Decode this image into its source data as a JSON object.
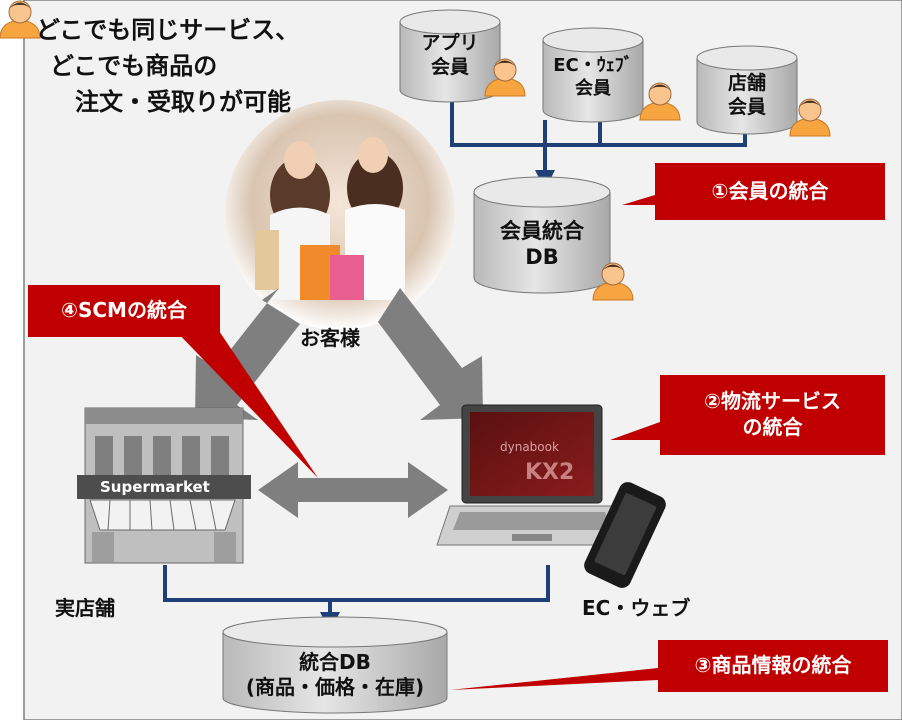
{
  "tagline": {
    "line1": "どこでも同じサービス、",
    "line2": "どこでも商品の",
    "line3": "注文・受取りが可能"
  },
  "member_dbs": {
    "app": {
      "line1": "アプリ",
      "line2": "会員"
    },
    "ec": {
      "line1": "EC・ｳｪﾌﾞ",
      "line2": "会員"
    },
    "store": {
      "line1": "店舗",
      "line2": "会員"
    }
  },
  "integrated_member_db": {
    "line1": "会員統合",
    "line2": "DB"
  },
  "integrated_db": {
    "line1": "統合DB",
    "line2": "(商品・価格・在庫)"
  },
  "labels": {
    "customer": "お客様",
    "physical_store": "実店舗",
    "ec_web": "EC・ウェブ",
    "supermarket_sign": "Supermarket",
    "laptop_brand": "dynabook",
    "laptop_model": "KX2"
  },
  "callouts": {
    "member_integration": "①会員の統合",
    "logistics_line1": "②物流サービス",
    "logistics_line2": "の統合",
    "product_info": "③商品情報の統合",
    "scm": "④SCMの統合"
  },
  "colors": {
    "callout_red": "#c00000",
    "connector_blue": "#1f3f77",
    "arrow_gray": "#7f7f7f",
    "person_orange": "#f7a541",
    "cylinder_gray": "#d4d4d4"
  }
}
